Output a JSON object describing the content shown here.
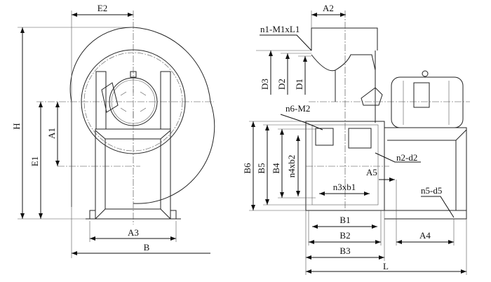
{
  "front_view": {
    "labels": {
      "E2": "E2",
      "H": "H",
      "E1": "E1",
      "A1": "A1",
      "A3": "A3",
      "B": "B"
    }
  },
  "side_view": {
    "labels": {
      "A2": "A2",
      "n1": "n1-M1xL1",
      "D3": "D3",
      "D2": "D2",
      "D1": "D1",
      "n6": "n6-M2",
      "B6": "B6",
      "B5": "B5",
      "B4": "B4",
      "n4b2": "n4xb2",
      "n2d2": "n2-d2",
      "A5": "A5",
      "n3b1": "n3xb1",
      "n5d5": "n5-d5",
      "B1": "B1",
      "B2": "B2",
      "B3": "B3",
      "A4": "A4",
      "L": "L"
    }
  }
}
